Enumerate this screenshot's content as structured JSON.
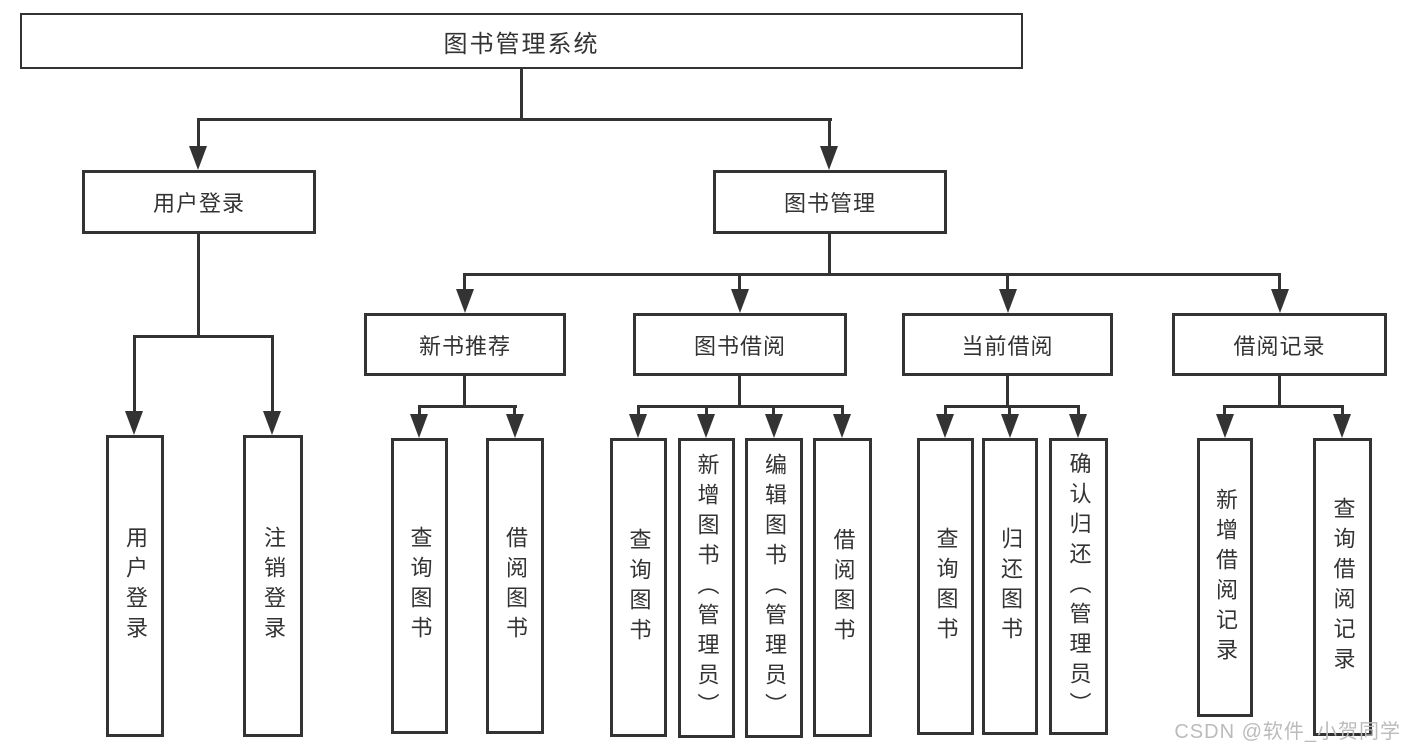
{
  "colors": {
    "line": "#333333",
    "text": "#333333",
    "background": "#ffffff",
    "watermark": "#bbbbbb"
  },
  "tree": {
    "root": {
      "label": "图书管理系统"
    },
    "branches": [
      {
        "label": "用户登录",
        "children": [
          {
            "label": "用户登录"
          },
          {
            "label": "注销登录"
          }
        ]
      },
      {
        "label": "图书管理",
        "children": [
          {
            "label": "新书推荐",
            "children": [
              {
                "label": "查询图书"
              },
              {
                "label": "借阅图书"
              }
            ]
          },
          {
            "label": "图书借阅",
            "children": [
              {
                "label": "查询图书"
              },
              {
                "label": "新增图书（管理员）"
              },
              {
                "label": "编辑图书（管理员）"
              },
              {
                "label": "借阅图书"
              }
            ]
          },
          {
            "label": "当前借阅",
            "children": [
              {
                "label": "查询图书"
              },
              {
                "label": "归还图书"
              },
              {
                "label": "确认归还（管理员）"
              }
            ]
          },
          {
            "label": "借阅记录",
            "children": [
              {
                "label": "新增借阅记录"
              },
              {
                "label": "查询借阅记录"
              }
            ]
          }
        ]
      }
    ]
  },
  "watermark": {
    "text": "CSDN @软件_小贺同学"
  }
}
